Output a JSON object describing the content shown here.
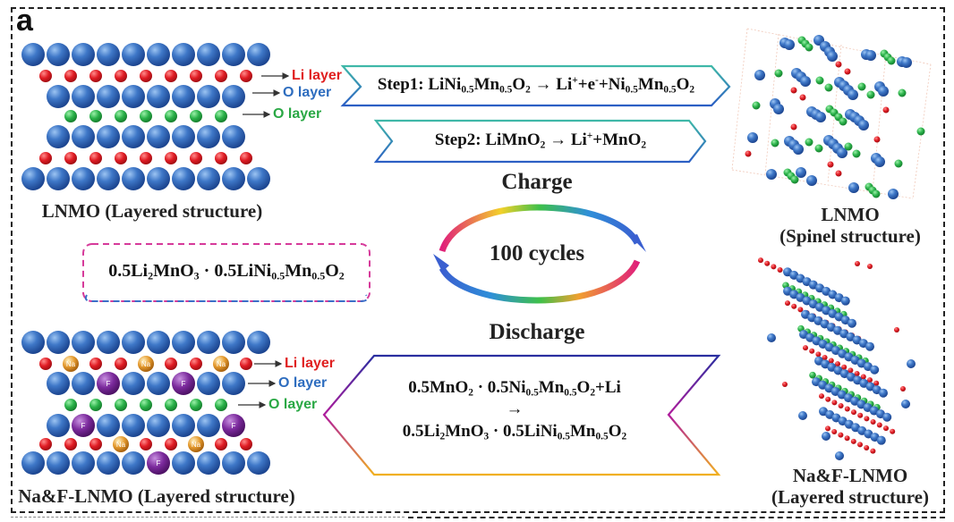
{
  "panel_label": "a",
  "colors": {
    "o_atom": "#2a5fb5",
    "li_atom": "#d91e26",
    "tm_atom": "#2bb24a",
    "na_atom": "#e59a2e",
    "f_atom": "#7b2a9c",
    "li_label": "#e02020",
    "o_label_blue": "#2e6dbf",
    "o_label_green": "#2aa845"
  },
  "top_left": {
    "layer_labels": [
      "Li layer",
      "O layer",
      "O layer"
    ],
    "caption": "LNMO (Layered structure)"
  },
  "bottom_left": {
    "layer_labels": [
      "Li layer",
      "O layer",
      "O layer"
    ],
    "dopant_na": "Na",
    "dopant_f": "F",
    "caption": "Na&F-LNMO (Layered structure)"
  },
  "composition_box": {
    "formula_html": "0.5Li<sub>2</sub>MnO<sub>3</sub> · 0.5LiNi<sub>0.5</sub>Mn<sub>0.5</sub>O<sub>2</sub>"
  },
  "charge": {
    "label": "Charge",
    "step1_html": "Step1: LiNi<sub>0.5</sub>Mn<sub>0.5</sub>O<sub>2</sub> → Li<sup>+</sup>+e<sup>-</sup>+Ni<sub>0.5</sub>Mn<sub>0.5</sub>O<sub>2</sub>",
    "step2_html": "Step2: LiMnO<sub>2</sub> → Li<sup>+</sup>+MnO<sub>2</sub>"
  },
  "cycle": {
    "label": "100 cycles"
  },
  "discharge": {
    "label": "Discharge",
    "line1_html": "0.5MnO<sub>2</sub> · 0.5Ni<sub>0.5</sub>Mn<sub>0.5</sub>O<sub>2</sub>+Li",
    "arrow": "→",
    "line2_html": "0.5Li<sub>2</sub>MnO<sub>3</sub> · 0.5LiNi<sub>0.5</sub>Mn<sub>0.5</sub>O<sub>2</sub>"
  },
  "top_right": {
    "caption_line1": "LNMO",
    "caption_line2": "(Spinel structure)"
  },
  "bottom_right": {
    "caption_line1": "Na&F-LNMO",
    "caption_line2": "(Layered structure)"
  }
}
